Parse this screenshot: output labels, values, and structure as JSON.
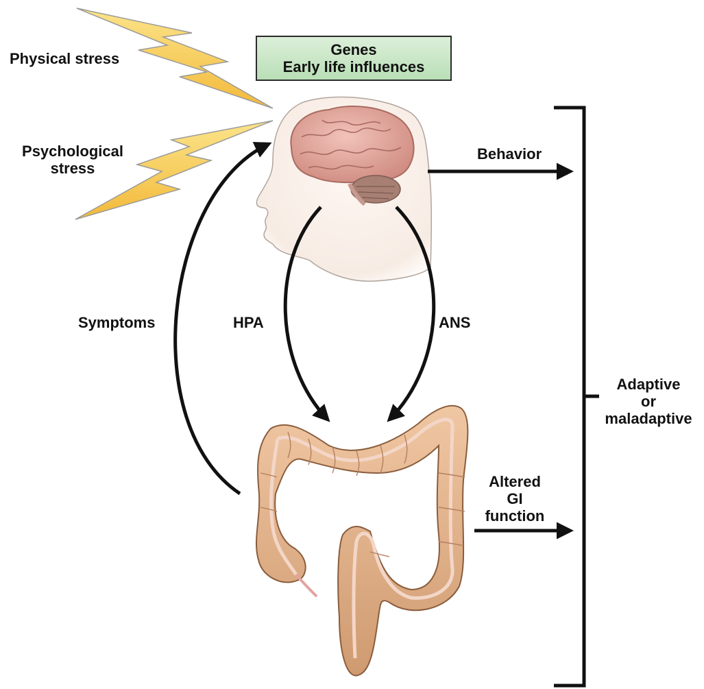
{
  "stressors": {
    "physical": "Physical stress",
    "psychological_line1": "Psychological",
    "psychological_line2": "stress"
  },
  "genes_box": {
    "line1": "Genes",
    "line2": "Early life influences"
  },
  "labels": {
    "behavior": "Behavior",
    "symptoms": "Symptoms",
    "hpa": "HPA",
    "ans": "ANS",
    "altered_line1": "Altered",
    "altered_line2": "GI",
    "altered_line3": "function",
    "adaptive_line1": "Adaptive",
    "adaptive_line2": "or",
    "adaptive_line3": "maladaptive"
  },
  "icons": [
    "lightning-bolt-icon",
    "head-brain-illustration",
    "colon-illustration"
  ],
  "colors": {
    "bolt_fill": "#f8cd47",
    "box_fill": "#c9e6c5",
    "brain": "#e7a9a0",
    "colon": "#e2b38c",
    "arrow": "#111111"
  }
}
